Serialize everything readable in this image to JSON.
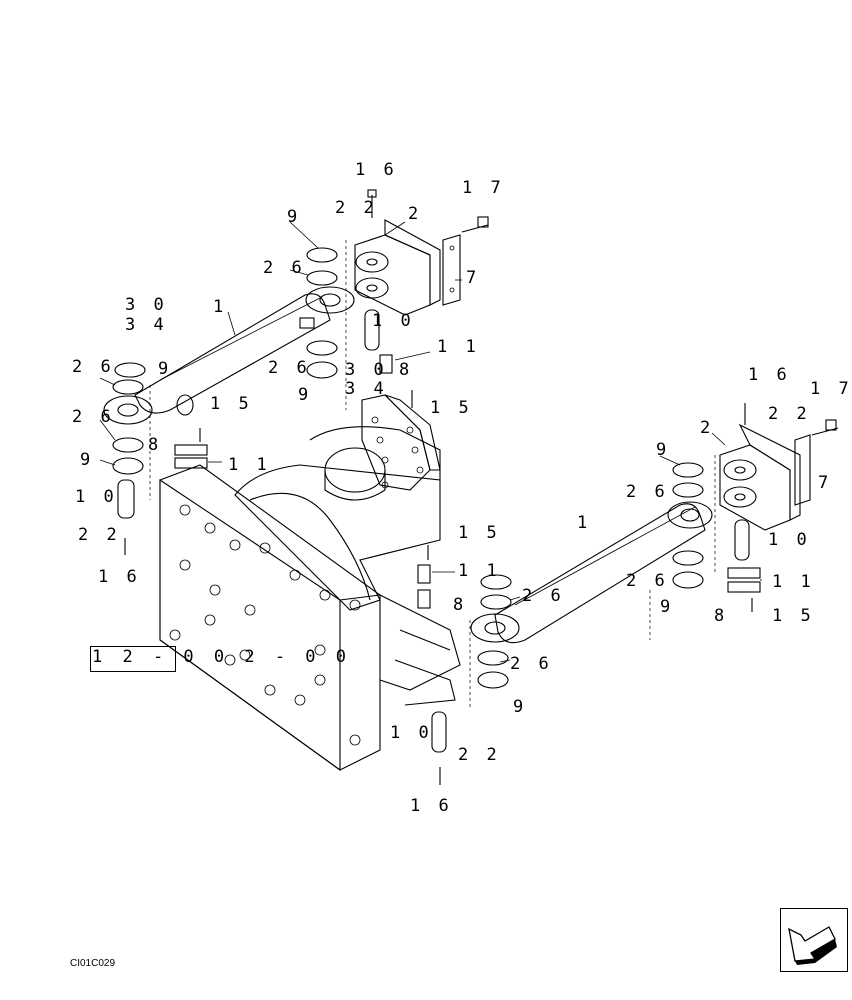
{
  "drawing_code": "CI01C029",
  "reference": "1 2 - 0 0 2 - 0 0",
  "callouts": {
    "c16a": "1 6",
    "c22a": "2 2",
    "c2a": "2",
    "c17a": "1 7",
    "c9a": "9",
    "c26a": "2 6",
    "c7a": "7",
    "c30a": "3 0",
    "c34a": "3 4",
    "c1a": "1",
    "c9b": "9",
    "c10a": "1 0",
    "c26b": "2 6",
    "c11a": "1 1",
    "c26c": "2 6",
    "c30b": "3 0",
    "c8a": "8",
    "c9c": "9",
    "c34b": "3 4",
    "c15a": "1 5",
    "c26d": "2 6",
    "c15b": "1 5",
    "c8b": "8",
    "c11b": "1 1",
    "c9d": "9",
    "c10b": "1 0",
    "c22b": "2 2",
    "c16b": "1 6",
    "c16c": "1 6",
    "c22c": "2 2",
    "c17b": "1 7",
    "c2b": "2",
    "c9e": "9",
    "c26e": "2 6",
    "c7b": "7",
    "c1b": "1",
    "c10c": "1 0",
    "c15c": "1 5",
    "c11c": "1 1",
    "c8c": "8",
    "c26f": "2 6",
    "c9f": "9",
    "c26g": "2 6",
    "c11d": "1 1",
    "c8d": "8",
    "c15d": "1 5",
    "c26h": "2 6",
    "c9g": "9",
    "c10d": "1 0",
    "c22d": "2 2",
    "c16d": "1 6"
  }
}
